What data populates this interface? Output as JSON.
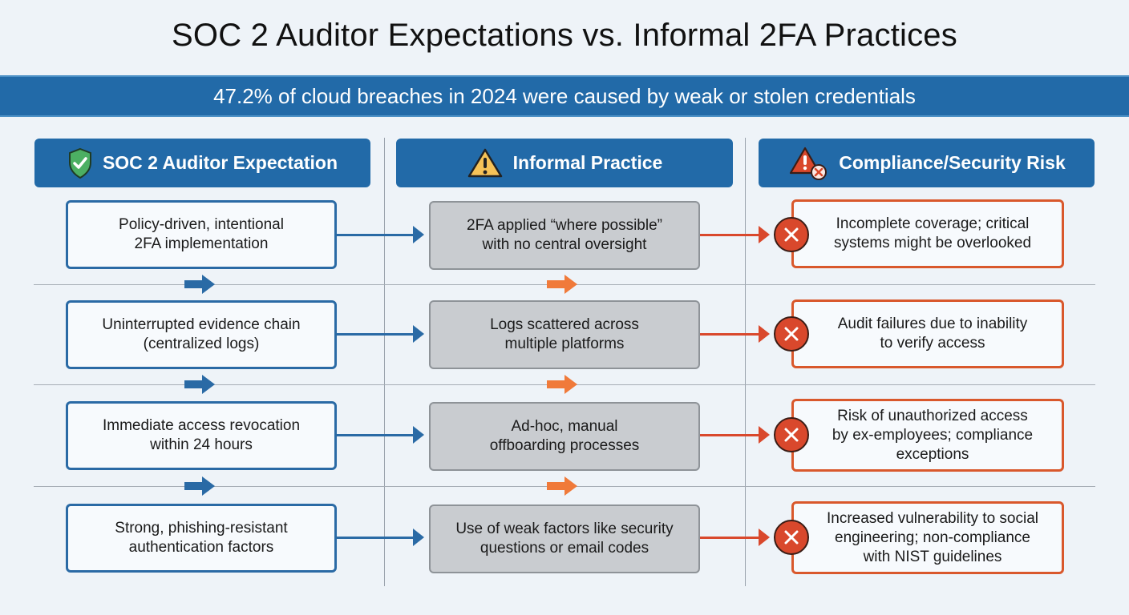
{
  "title": "SOC 2 Auditor Expectations vs. Informal 2FA Practices",
  "banner": "47.2% of cloud breaches in 2024 were caused by weak or stolen credentials",
  "colors": {
    "background": "#eef3f8",
    "primary_blue": "#226aa8",
    "box_blue_border": "#2a6aa5",
    "informal_gray": "#c9ccd0",
    "risk_red": "#d9482c",
    "step_arrow_orange": "#f07a3a"
  },
  "columns": [
    {
      "label": "SOC 2 Auditor Expectation",
      "icon": "shield-check-icon"
    },
    {
      "label": "Informal Practice",
      "icon": "warning-triangle-icon"
    },
    {
      "label": "Compliance/Security Risk",
      "icon": "alert-error-icon"
    }
  ],
  "rows": [
    {
      "expectation": [
        "Policy-driven, intentional",
        "2FA implementation"
      ],
      "informal": [
        "2FA applied “where possible”",
        "with no central oversight"
      ],
      "risk": [
        "Incomplete coverage; critical",
        "systems might be overlooked"
      ]
    },
    {
      "expectation": [
        "Uninterrupted evidence chain",
        "(centralized logs)"
      ],
      "informal": [
        "Logs scattered across",
        "multiple platforms"
      ],
      "risk": [
        "Audit failures due to inability",
        "to verify access"
      ]
    },
    {
      "expectation": [
        "Immediate access revocation",
        "within 24 hours"
      ],
      "informal": [
        "Ad-hoc, manual",
        "offboarding processes"
      ],
      "risk": [
        "Risk of unauthorized access",
        "by ex-employees; compliance",
        "exceptions"
      ]
    },
    {
      "expectation": [
        "Strong, phishing-resistant",
        "authentication factors"
      ],
      "informal": [
        "Use of weak factors like security",
        "questions or email codes"
      ],
      "risk": [
        "Increased vulnerability to social",
        "engineering; non-compliance",
        "with NIST guidelines"
      ]
    }
  ]
}
